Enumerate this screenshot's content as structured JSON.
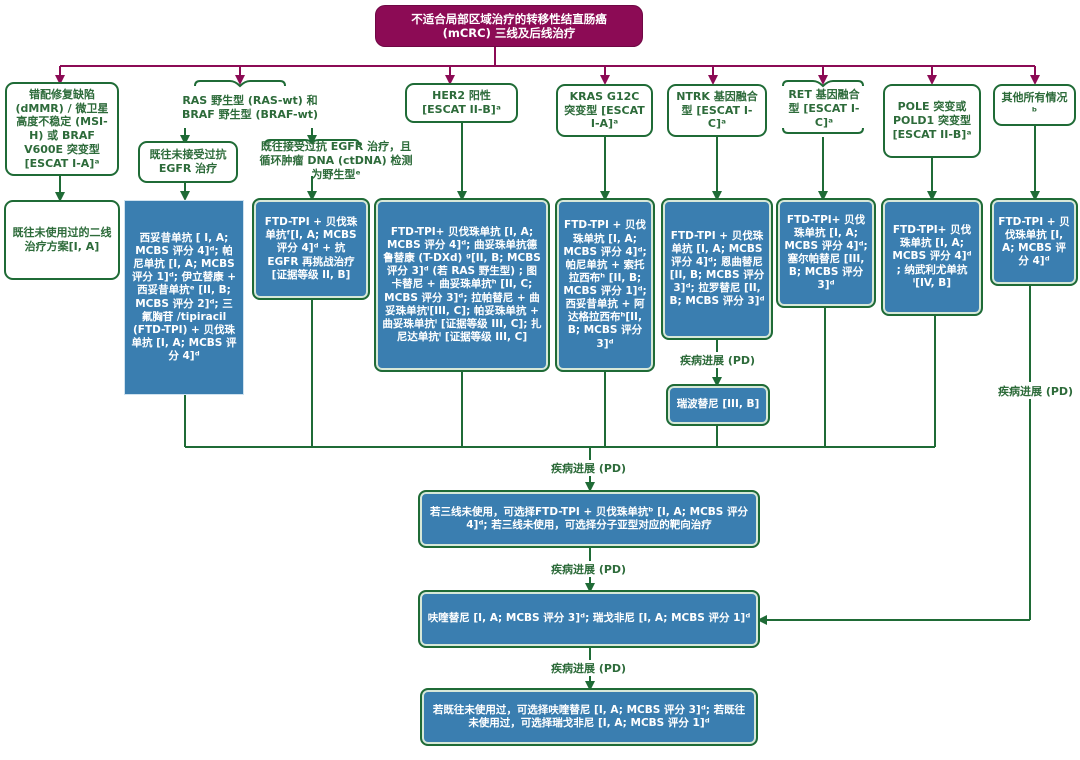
{
  "title": {
    "line1": "不适合局部区域治疗的转移性结直肠癌",
    "line2": "(mCRC) 三线及后线治疗"
  },
  "colors": {
    "root_fill": "#8c0b55",
    "connector_top": "#8c0b55",
    "connector_green": "#1f6b36",
    "header_text": "#2d6b3a",
    "treatment_fill": "#3a7eb0",
    "treatment_text": "#ffffff"
  },
  "columns": [
    {
      "id": "dmmr",
      "header": "错配修复缺陷 (dMMR) / 微卫星高度不稳定 (MSI-H) 或 BRAF V600E 突变型 [ESCAT I-A]ᵃ",
      "treatment": "既往未使用过的二线治疗方案[I, A]"
    },
    {
      "id": "ras-braf-wt",
      "header": "RAS 野生型 (RAS-wt) 和 BRAF 野生型 (BRAF-wt)",
      "subgroups": [
        {
          "id": "no-egfr",
          "header": "既往未接受过抗 EGFR 治疗",
          "treatment": "西妥昔单抗 [ I, A; MCBS 评分 4]ᵈ; 帕尼单抗 [I, A; MCBS 评分 1]ᵈ; 伊立替康 + 西妥昔单抗ᵉ [II, B; MCBS 评分 2]ᵈ; 三氟胸苷 /tipiracil (FTD-TPI) + 贝伐珠单抗 [I, A; MCBS 评分 4]ᵈ"
        },
        {
          "id": "prior-egfr",
          "header": "既往接受过抗 EGFR 治疗，且循环肿瘤 DNA (ctDNA) 检测为野生型ᵉ",
          "treatment": "FTD-TPI + 贝伐珠单抗ᶠ[I, A; MCBS 评分 4]ᵈ + 抗 EGFR 再挑战治疗 [证据等级 II, B]"
        }
      ]
    },
    {
      "id": "her2",
      "header": "HER2 阳性 [ESCAT II-B]ᵃ",
      "treatment": "FTD-TPI+ 贝伐珠单抗 [I, A; MCBS 评分 4]ᵈ; 曲妥珠单抗德鲁替康 (T-DXd) ᵍ[II, B; MCBS 评分 3]ᵈ (若 RAS 野生型) ; 图卡替尼 + 曲妥珠单抗ʰ [II, C; MCBS 评分 3]ᵈ; 拉帕替尼 + 曲妥珠单抗ⁱ[III, C]; 帕妥珠单抗 + 曲妥珠单抗ⁱ [证据等级 III, C]; 扎尼达单抗ⁱ [证据等级 III, C]"
    },
    {
      "id": "kras",
      "header": "KRAS G12C 突变型 [ESCAT I-A]ᵃ",
      "treatment": "FTD-TPI + 贝伐珠单抗 [I, A; MCBS 评分 4]ᵈ; 帕尼单抗 + 索托拉西布ʰ [II, B; MCBS 评分 1]ᵈ; 西妥昔单抗 + 阿达格拉西布ʰ[II, B; MCBS 评分 3]ᵈ"
    },
    {
      "id": "ntrk",
      "header": "NTRK 基因融合型 [ESCAT I-C]ᵃ",
      "treatment": "FTD-TPI + 贝伐珠单抗 [I, A; MCBS 评分 4]ᵈ; 恩曲替尼 [II, B; MCBS 评分 3]ᵈ; 拉罗替尼 [II, B; MCBS 评分 3]ᵈ",
      "pd_label": "疾病进展 (PD)",
      "next_treatment": "瑞波替尼 [III, B]"
    },
    {
      "id": "ret",
      "header": "RET 基因融合型 [ESCAT I-C]ᵃ",
      "treatment": "FTD-TPI+ 贝伐珠单抗 [I, A; MCBS 评分 4]ᵈ; 塞尔帕替尼 [III, B; MCBS 评分 3]ᵈ"
    },
    {
      "id": "pole",
      "header": "POLE 突变或 POLD1 突变型 [ESCAT II-B]ᵃ",
      "treatment": "FTD-TPI+ 贝伐珠单抗 [I, A; MCBS 评分 4]ᵈ ; 纳武利尤单抗 ⁱ[IV, B]"
    },
    {
      "id": "other",
      "header": "其他所有情况ᵇ",
      "treatment": "FTD-TPI + 贝伐珠单抗 [I, A; MCBS 评分 4]ᵈ",
      "pd_label": "疾病进展 (PD)"
    }
  ],
  "later_lines": [
    {
      "pd_label": "疾病进展 (PD)",
      "treatment": "若三线未使用，可选择FTD-TPI + 贝伐珠单抗ᵇ [I, A; MCBS 评分 4]ᵈ; 若三线未使用，可选择分子亚型对应的靶向治疗"
    },
    {
      "pd_label": "疾病进展 (PD)",
      "treatment": "呋喹替尼 [I, A; MCBS 评分 3]ᵈ; 瑞戈非尼 [I, A; MCBS 评分 1]ᵈ"
    },
    {
      "pd_label": "疾病进展 (PD)",
      "treatment": "若既往未使用过，可选择呋喹替尼 [I, A; MCBS 评分 3]ᵈ; 若既往未使用过，可选择瑞戈非尼 [I, A; MCBS 评分 1]ᵈ"
    }
  ]
}
